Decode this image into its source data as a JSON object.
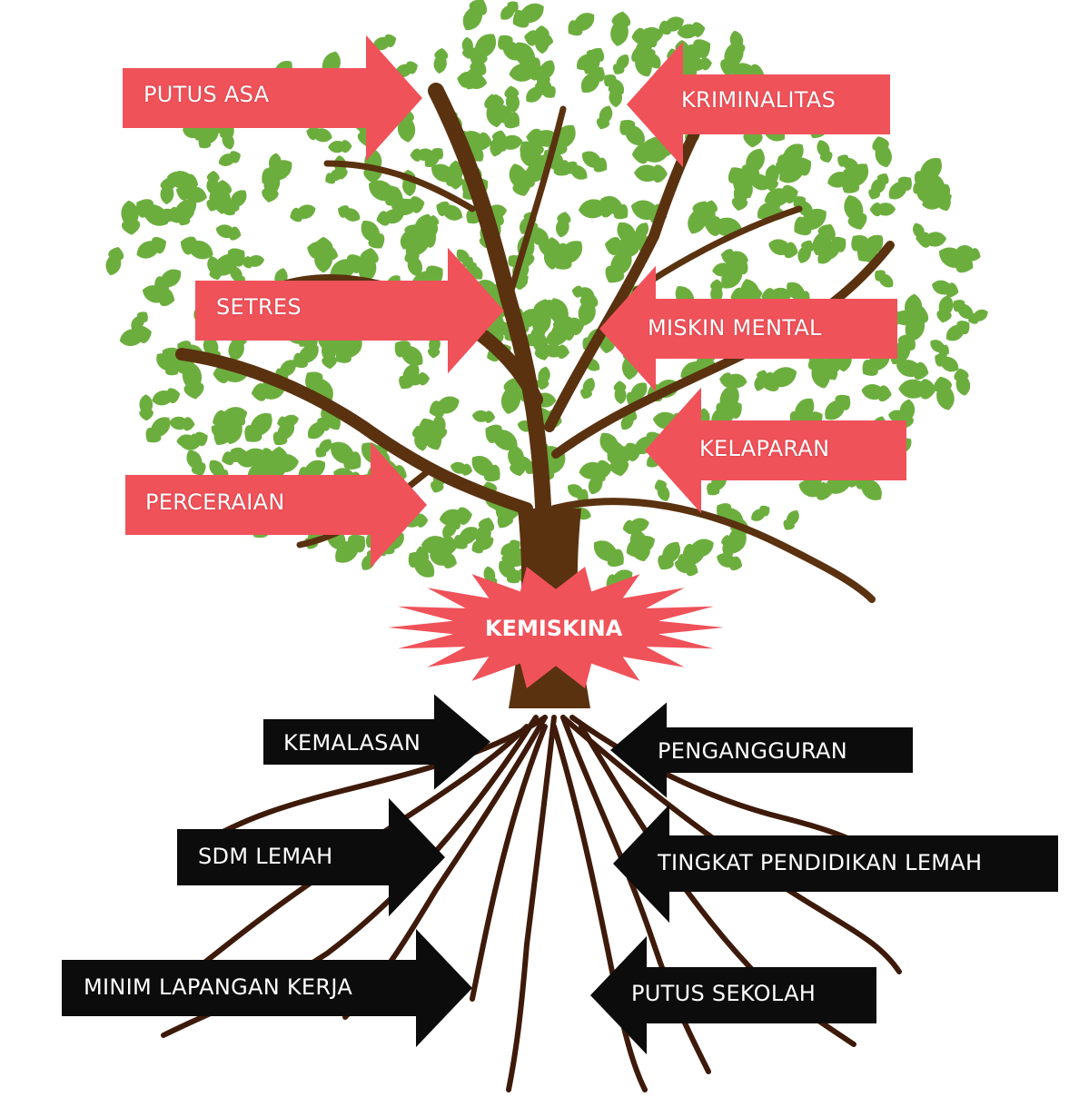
{
  "center": {
    "label": "KEMISKINA"
  },
  "effects": [
    {
      "id": "putus-asa",
      "label": "PUTUS ASA"
    },
    {
      "id": "kriminalitas",
      "label": "KRIMINALITAS"
    },
    {
      "id": "setres",
      "label": "SETRES"
    },
    {
      "id": "miskin-mental",
      "label": "MISKIN MENTAL"
    },
    {
      "id": "kelaparan",
      "label": "KELAPARAN"
    },
    {
      "id": "perceraian",
      "label": "PERCERAIAN"
    }
  ],
  "causes": [
    {
      "id": "kemalasan",
      "label": "KEMALASAN"
    },
    {
      "id": "pengangguran",
      "label": "PENGANGGURAN"
    },
    {
      "id": "sdm-lemah",
      "label": "SDM LEMAH"
    },
    {
      "id": "tingkat-pendidikan-lemah",
      "label": "TINGKAT PENDIDIKAN LEMAH"
    },
    {
      "id": "minim-lapangan-kerja",
      "label": "MINIM LAPANGAN KERJA"
    },
    {
      "id": "putus-sekolah",
      "label": "PUTUS SEKOLAH"
    }
  ],
  "colors": {
    "effect_arrow": "#f0525a",
    "cause_arrow": "#0c0c0c",
    "leaf": "#6cae3e",
    "trunk": "#5a3210",
    "burst": "#f0525a"
  }
}
